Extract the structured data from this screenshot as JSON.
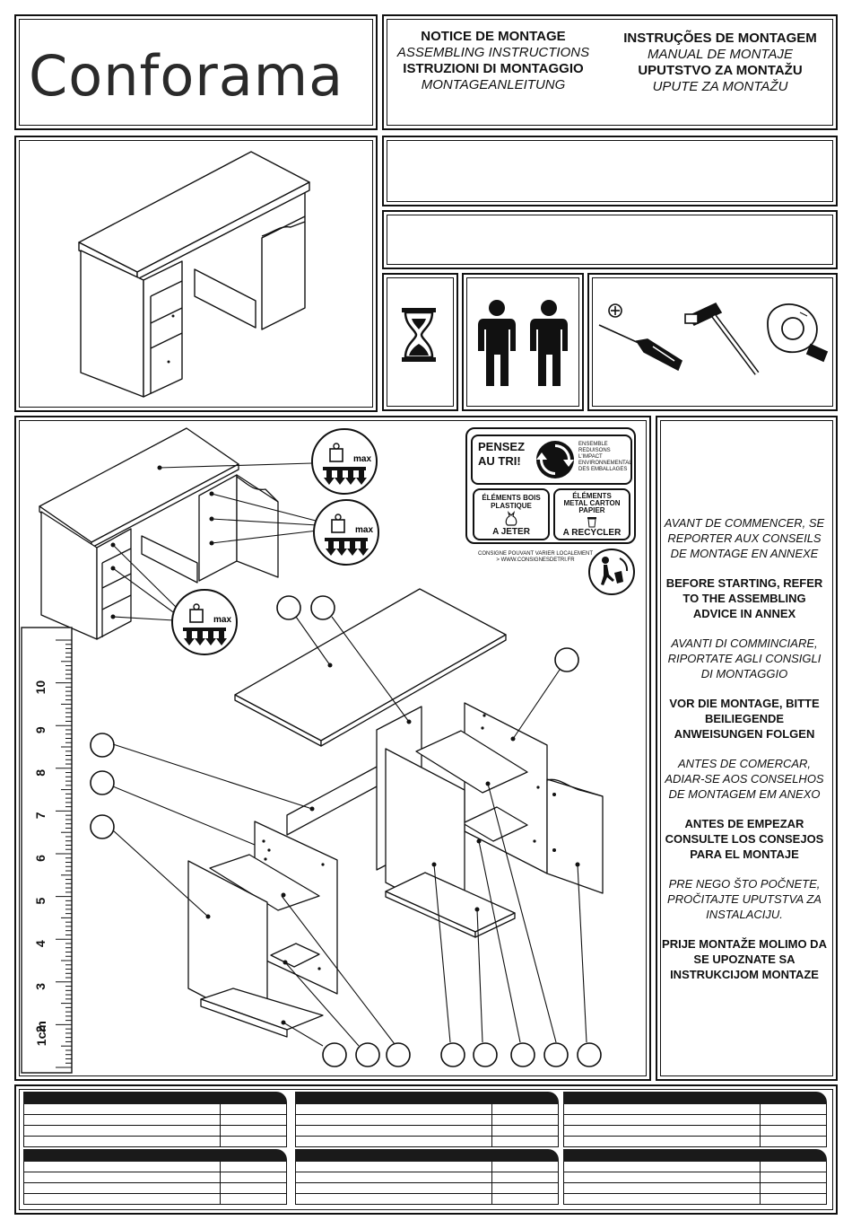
{
  "brand": {
    "logo": "Conforama"
  },
  "titles": {
    "left": [
      {
        "text": "NOTICE DE MONTAGE",
        "style": "bold"
      },
      {
        "text": "ASSEMBLING INSTRUCTIONS",
        "style": "italic"
      },
      {
        "text": "ISTRUZIONI DI MONTAGGIO",
        "style": "bold"
      },
      {
        "text": "MONTAGEANLEITUNG",
        "style": "italic"
      }
    ],
    "right": [
      {
        "text": "INSTRUÇÕES DE MONTAGEM",
        "style": "bold"
      },
      {
        "text": "MANUAL DE MONTAJE",
        "style": "italic"
      },
      {
        "text": "UPUTSTVO ZA MONTAŽU",
        "style": "bold"
      },
      {
        "text": "UPUTE ZA MONTAŽU",
        "style": "italic"
      }
    ]
  },
  "icons": {
    "time": "hourglass-icon",
    "persons": "two-persons-icon",
    "tools": [
      "phillips-screwdriver-icon",
      "hammer-icon",
      "tape-measure-icon"
    ]
  },
  "recycling": {
    "pensez": "PENSEZ",
    "au_tri": "AU TRI!",
    "ensemble": [
      "ENSEMBLE",
      "REDUISONS L'IMPACT",
      "ENVIRONNEMENTAL",
      "DES EMBALLAGES"
    ],
    "bin_left": {
      "title": [
        "ÉLÉMENTS BOIS",
        "PLASTIQUE"
      ],
      "action": "A JETER"
    },
    "bin_right": {
      "title": [
        "ÉLÉMENTS",
        "METAL CARTON",
        "PAPIER"
      ],
      "action": "A RECYCLER"
    },
    "consigne": [
      "CONSIGNE POUVANT VARIER LOCALEMENT",
      "> WWW.CONSIGNESDETRI.FR"
    ]
  },
  "weight": {
    "label": "max"
  },
  "ruler": {
    "unit": "1cm",
    "ticks": [
      "2",
      "3",
      "4",
      "5",
      "6",
      "7",
      "8",
      "9",
      "10"
    ]
  },
  "advice": [
    {
      "text": "AVANT DE COMMENCER, SE REPORTER AUX CONSEILS DE MONTAGE EN ANNEXE",
      "style": "italic"
    },
    {
      "text": "BEFORE STARTING, REFER TO THE ASSEMBLING ADVICE IN ANNEX",
      "style": "bold"
    },
    {
      "text": "AVANTI DI COMMINCIARE, RIPORTATE AGLI CONSIGLI DI MONTAGGIO",
      "style": "italic"
    },
    {
      "text": "VOR DIE MONTAGE, BITTE BEILIEGENDE ANWEISUNGEN FOLGEN",
      "style": "bold"
    },
    {
      "text": "ANTES DE COMERCAR, ADIAR-SE AOS CONSELHOS DE MONTAGEM EM ANEXO",
      "style": "italic"
    },
    {
      "text": "ANTES DE EMPEZAR CONSULTE LOS CONSEJOS PARA EL MONTAJE",
      "style": "bold"
    },
    {
      "text": "PRE NEGO ŠTO POČNETE, PROČITAJTE UPUTSTVA ZA INSTALACIJU.",
      "style": "italic"
    },
    {
      "text": "PRIJE MONTAŽE MOLIMO DA SE UPOZNATE SA INSTRUKCIJOM MONTAZE",
      "style": "bold"
    }
  ]
}
